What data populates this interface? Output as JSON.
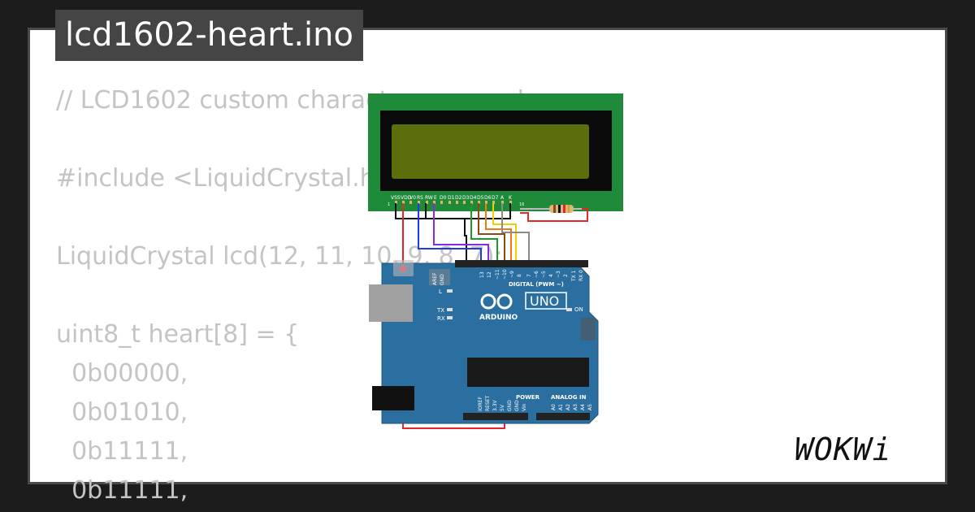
{
  "title": "lcd1602-heart.ino",
  "code_lines": [
    "// LCD1602 custom characters example",
    "",
    "#include <LiquidCrystal.h>",
    "",
    "LiquidCrystal lcd(12, 11, 10, 9, 8, 7);",
    "",
    "uint8_t heart[8] = {",
    "  0b00000,",
    "  0b01010,",
    "  0b11111,",
    "  0b11111,"
  ],
  "lcd": {
    "pin_labels": [
      "VSS",
      "VDD",
      "V0",
      "RS",
      "RW",
      "E",
      "D0",
      "D1",
      "D2",
      "D3",
      "D4",
      "D5",
      "D6",
      "D7",
      "A",
      "K"
    ],
    "pin_first": "1",
    "pin_last": "16"
  },
  "arduino": {
    "brand": "ARDUINO",
    "model": "UNO",
    "digital_label": "DIGITAL (PWM ~)",
    "power_label": "POWER",
    "analog_label": "ANALOG IN",
    "led_l": "L",
    "led_tx": "TX",
    "led_rx": "RX",
    "on_label": "ON",
    "aref": "AREF",
    "gnd": "GND",
    "digital_pins": [
      "13",
      "12",
      "~11",
      "~10",
      "~9",
      "8",
      "7",
      "~6",
      "~5",
      "4",
      "~3",
      "2",
      "TX 1",
      "RX 0"
    ],
    "power_pins": [
      "IOREF",
      "RESET",
      "3.3V",
      "5V",
      "GND",
      "GND",
      "Vin"
    ],
    "analog_pins": [
      "A0",
      "A1",
      "A2",
      "A3",
      "A4",
      "A5"
    ]
  },
  "colors": {
    "lcd_board": "#1f8a3a",
    "lcd_screen": "#5a6e0c",
    "arduino_board": "#2b6ea0",
    "wire_red": "#e8262a",
    "wire_black": "#111111",
    "wire_blue": "#1f3ae0",
    "wire_purple": "#8a2be2",
    "wire_green": "#1f9a2a",
    "wire_brown": "#8b4a14",
    "wire_orange": "#f27a10",
    "wire_yellow": "#f0d000",
    "wire_gray": "#8a8a8a"
  },
  "logo": "WOKWi"
}
